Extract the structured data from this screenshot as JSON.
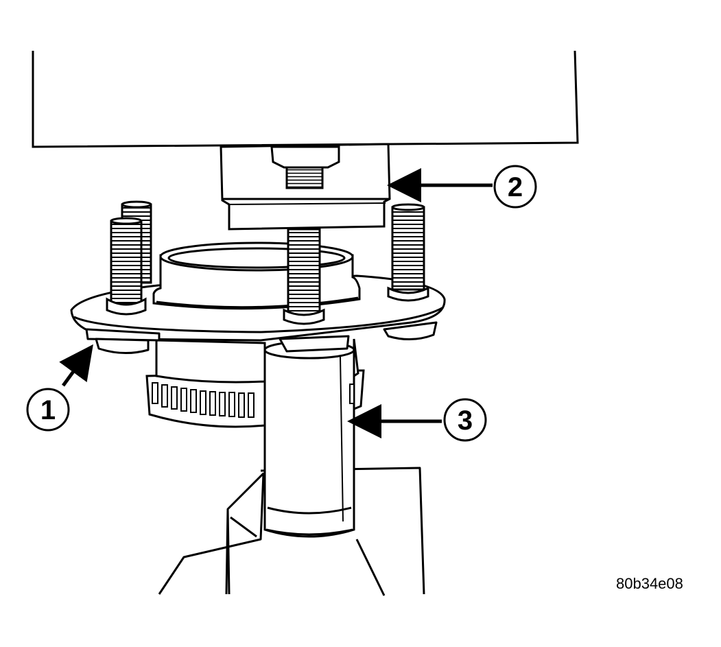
{
  "figure": {
    "id": "80b34e08",
    "ink_color": "#000000",
    "paper_color": "#ffffff"
  },
  "callouts": [
    {
      "number": "1"
    },
    {
      "number": "2"
    },
    {
      "number": "3"
    }
  ]
}
